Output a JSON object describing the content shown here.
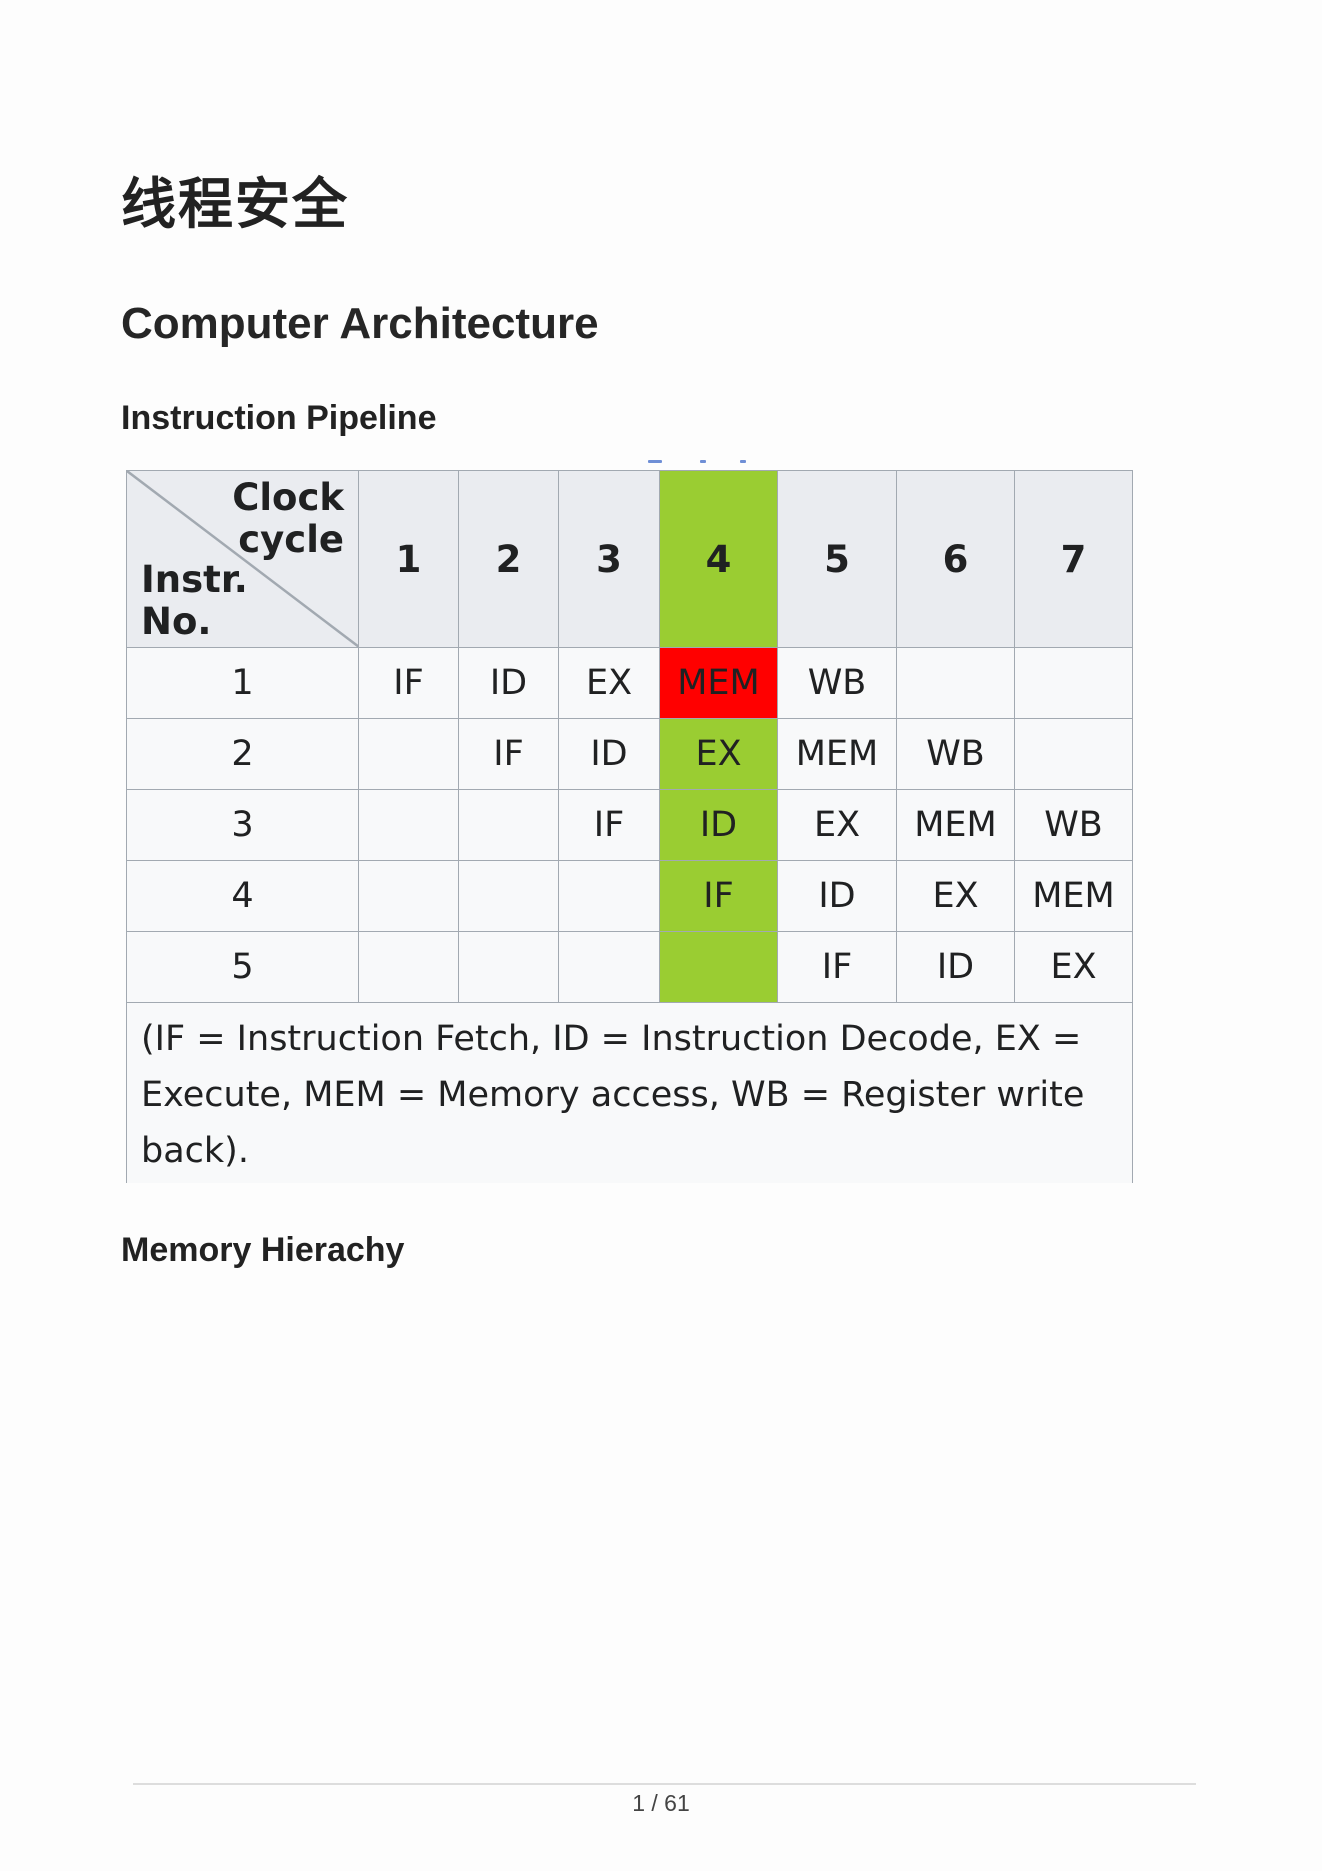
{
  "doc": {
    "title": "线程安全",
    "section": "Computer Architecture",
    "subsection_pipeline": "Instruction Pipeline",
    "subsection_memory": "Memory Hierachy"
  },
  "pipeline": {
    "corner_top_line1": "Clock",
    "corner_top_line2": "cycle",
    "corner_bottom_line1": "Instr.",
    "corner_bottom_line2": "No.",
    "highlight_column_color": "#9acd32",
    "stall_cell_color": "#ff0000",
    "cycles": [
      "1",
      "2",
      "3",
      "4",
      "5",
      "6",
      "7"
    ],
    "rows": [
      {
        "instr": "1",
        "stages": [
          "IF",
          "ID",
          "EX",
          "MEM",
          "WB",
          "",
          ""
        ]
      },
      {
        "instr": "2",
        "stages": [
          "",
          "IF",
          "ID",
          "EX",
          "MEM",
          "WB",
          ""
        ]
      },
      {
        "instr": "3",
        "stages": [
          "",
          "",
          "IF",
          "ID",
          "EX",
          "MEM",
          "WB"
        ]
      },
      {
        "instr": "4",
        "stages": [
          "",
          "",
          "",
          "IF",
          "ID",
          "EX",
          "MEM"
        ]
      },
      {
        "instr": "5",
        "stages": [
          "",
          "",
          "",
          "",
          "IF",
          "ID",
          "EX"
        ]
      }
    ],
    "legend": "(IF = Instruction Fetch, ID = Instruction Decode, EX = Execute, MEM = Memory access, WB = Register write back)."
  },
  "footer": {
    "page_label": "1 / 61"
  }
}
